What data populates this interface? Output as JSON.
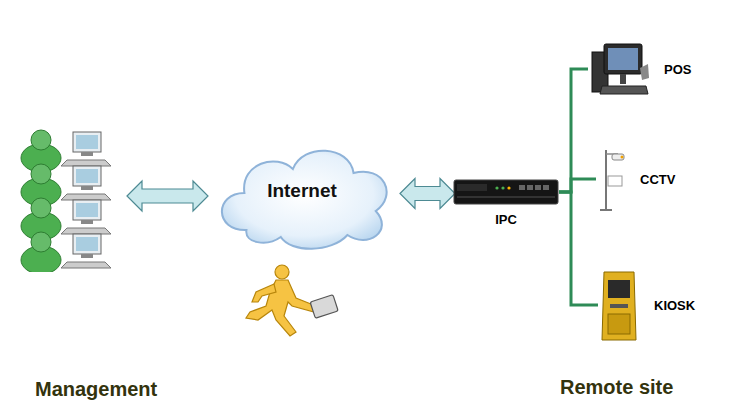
{
  "diagram": {
    "nodes": [
      {
        "text": [
          "Management"
        ]
      },
      {
        "text": [
          "Internet"
        ]
      },
      {
        "text": [
          "IPC"
        ]
      },
      {
        "text": [
          "POS"
        ]
      },
      {
        "text": [
          "CCTV"
        ]
      },
      {
        "text": [
          "KIOSK"
        ]
      }
    ],
    "edges": [
      {
        "from": 0,
        "to": 1,
        "arrow": "both"
      },
      {
        "from": 1,
        "to": 2,
        "arrow": "both"
      },
      {
        "from": 2,
        "to": 3,
        "arrow": "none"
      },
      {
        "from": 2,
        "to": 4,
        "arrow": "none"
      },
      {
        "from": 2,
        "to": 5,
        "arrow": "none"
      }
    ],
    "labels": [
      "Remote site"
    ]
  }
}
